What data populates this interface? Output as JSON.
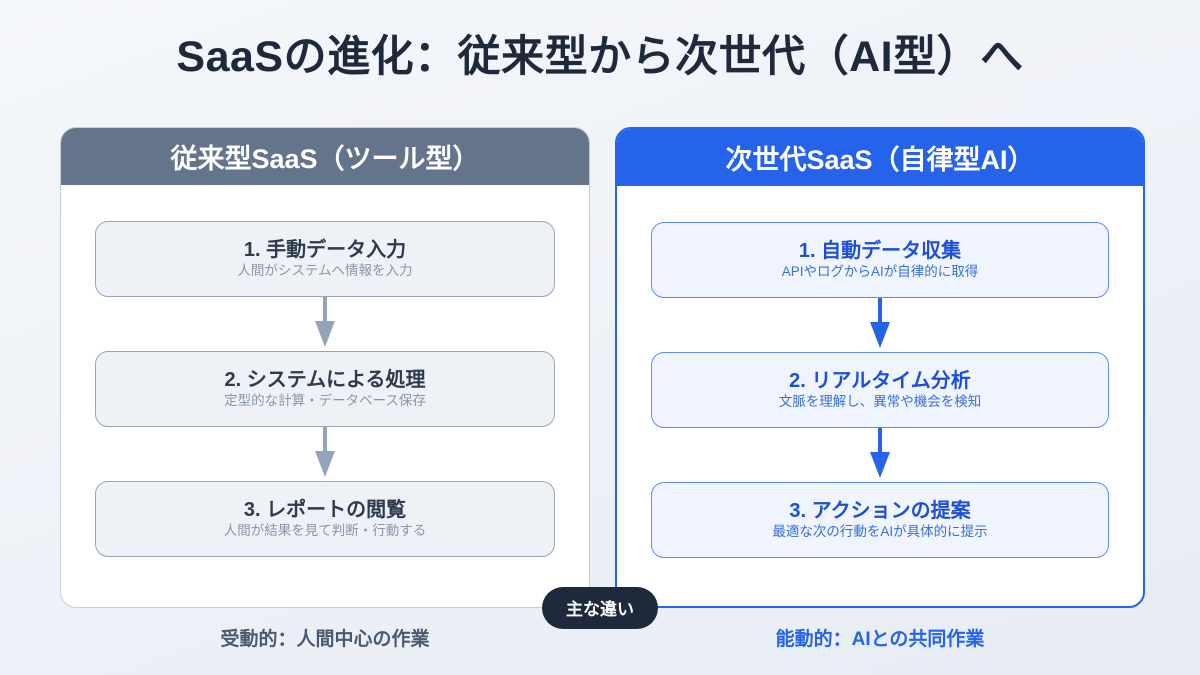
{
  "slide": {
    "title": "SaaSの進化：従来型から次世代（AI型）へ",
    "center_badge": "主な違い"
  },
  "colors": {
    "legacy_header_bg": "#64748b",
    "next_header_bg": "#2563eb",
    "legacy_arrow": "#94a3b8",
    "next_arrow": "#2563eb",
    "title_text": "#1e293b",
    "badge_bg": "#1e293b",
    "legacy_footer_text": "#4a5a70",
    "next_footer_text": "#2563eb"
  },
  "panels": [
    {
      "id": "legacy",
      "header": "従来型SaaS（ツール型）",
      "footer": "受動的：人間中心の作業",
      "steps": [
        {
          "title": "1. 手動データ入力",
          "sub": "人間がシステムへ情報を入力"
        },
        {
          "title": "2. システムによる処理",
          "sub": "定型的な計算・データベース保存"
        },
        {
          "title": "3. レポートの閲覧",
          "sub": "人間が結果を見て判断・行動する"
        }
      ]
    },
    {
      "id": "next-gen",
      "header": "次世代SaaS（自律型AI）",
      "footer": "能動的：AIとの共同作業",
      "steps": [
        {
          "title": "1. 自動データ収集",
          "sub": "APIやログからAIが自律的に取得"
        },
        {
          "title": "2. リアルタイム分析",
          "sub": "文脈を理解し、異常や機会を検知"
        },
        {
          "title": "3. アクションの提案",
          "sub": "最適な次の行動をAIが具体的に提示"
        }
      ]
    }
  ]
}
